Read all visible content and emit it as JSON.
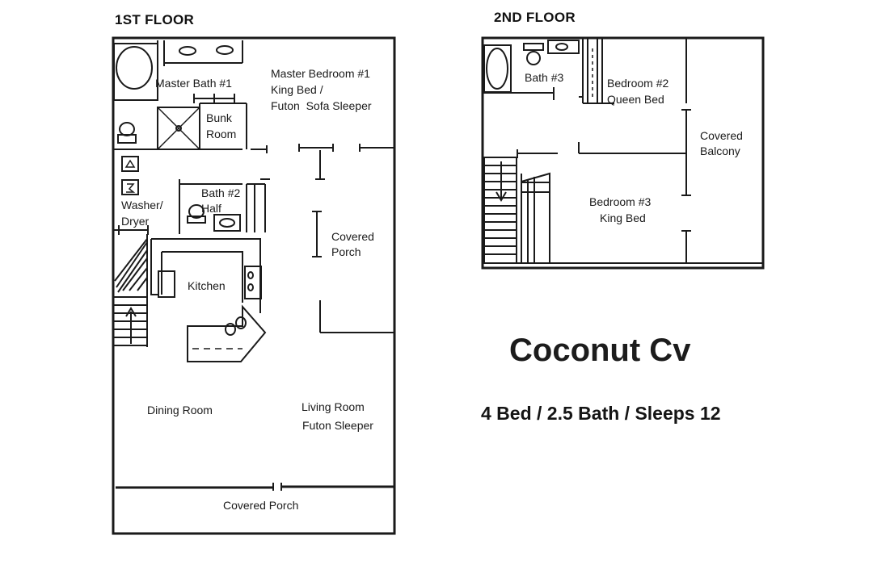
{
  "floor1": {
    "heading": "1ST FLOOR",
    "rooms": {
      "master_bath": "Master Bath #1",
      "master_bed_line1": "Master Bedroom #1",
      "master_bed_line2": "King Bed /",
      "master_bed_line3": "Futon  Sofa Sleeper",
      "bunk_line1": "Bunk",
      "bunk_line2": "Room",
      "bath2_line1": "Bath #2",
      "bath2_line2": "Half",
      "washer_line1": "Washer/",
      "washer_line2": "Dryer",
      "covered_porch_side_line1": "Covered",
      "covered_porch_side_line2": "Porch",
      "kitchen": "Kitchen",
      "dining": "Dining Room",
      "living_line1": "Living Room",
      "living_line2": "Futon Sleeper",
      "covered_porch_bottom": "Covered Porch"
    }
  },
  "floor2": {
    "heading": "2ND FLOOR",
    "rooms": {
      "bath3": "Bath #3",
      "bed2_line1": "Bedroom #2",
      "bed2_line2": "Queen Bed",
      "balcony_line1": "Covered",
      "balcony_line2": "Balcony",
      "bed3_line1": "Bedroom #3",
      "bed3_line2": "King Bed"
    }
  },
  "property": {
    "name": "Coconut Cv",
    "summary": "4 Bed / 2.5 Bath / Sleeps 12"
  }
}
